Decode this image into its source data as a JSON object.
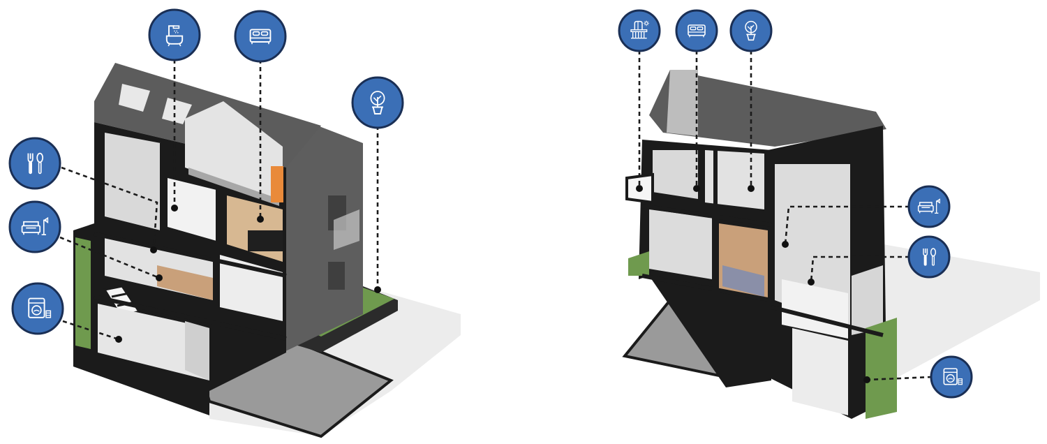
{
  "diagram": {
    "colors": {
      "badge_fill": "#3b6fb6",
      "badge_stroke": "#1a2f55",
      "icon_line": "#ffffff",
      "roof": "#5c5c5c",
      "wall_dark": "#1b1b1b",
      "wall_grey": "#6e6e6e",
      "interior": "#d9d9d9",
      "wood": "#c9a07a",
      "green": "#6f9a4e",
      "shadow": "#e6e6e6",
      "accent_orange": "#e98a3a"
    },
    "left_house": {
      "badges": [
        {
          "id": "bathroom",
          "icon": "shower-bathtub-icon"
        },
        {
          "id": "bedroom",
          "icon": "bed-icon"
        },
        {
          "id": "garden",
          "icon": "potted-tree-icon"
        },
        {
          "id": "dining",
          "icon": "fork-spoon-icon"
        },
        {
          "id": "living",
          "icon": "sofa-lamp-icon"
        },
        {
          "id": "laundry",
          "icon": "washing-machine-icon"
        }
      ]
    },
    "right_house": {
      "badges": [
        {
          "id": "balcony",
          "icon": "balcony-sun-icon"
        },
        {
          "id": "bedroom",
          "icon": "bed-icon"
        },
        {
          "id": "garden",
          "icon": "potted-tree-icon"
        },
        {
          "id": "living",
          "icon": "sofa-lamp-icon"
        },
        {
          "id": "dining",
          "icon": "fork-spoon-icon"
        },
        {
          "id": "laundry",
          "icon": "washing-machine-icon"
        }
      ]
    }
  }
}
